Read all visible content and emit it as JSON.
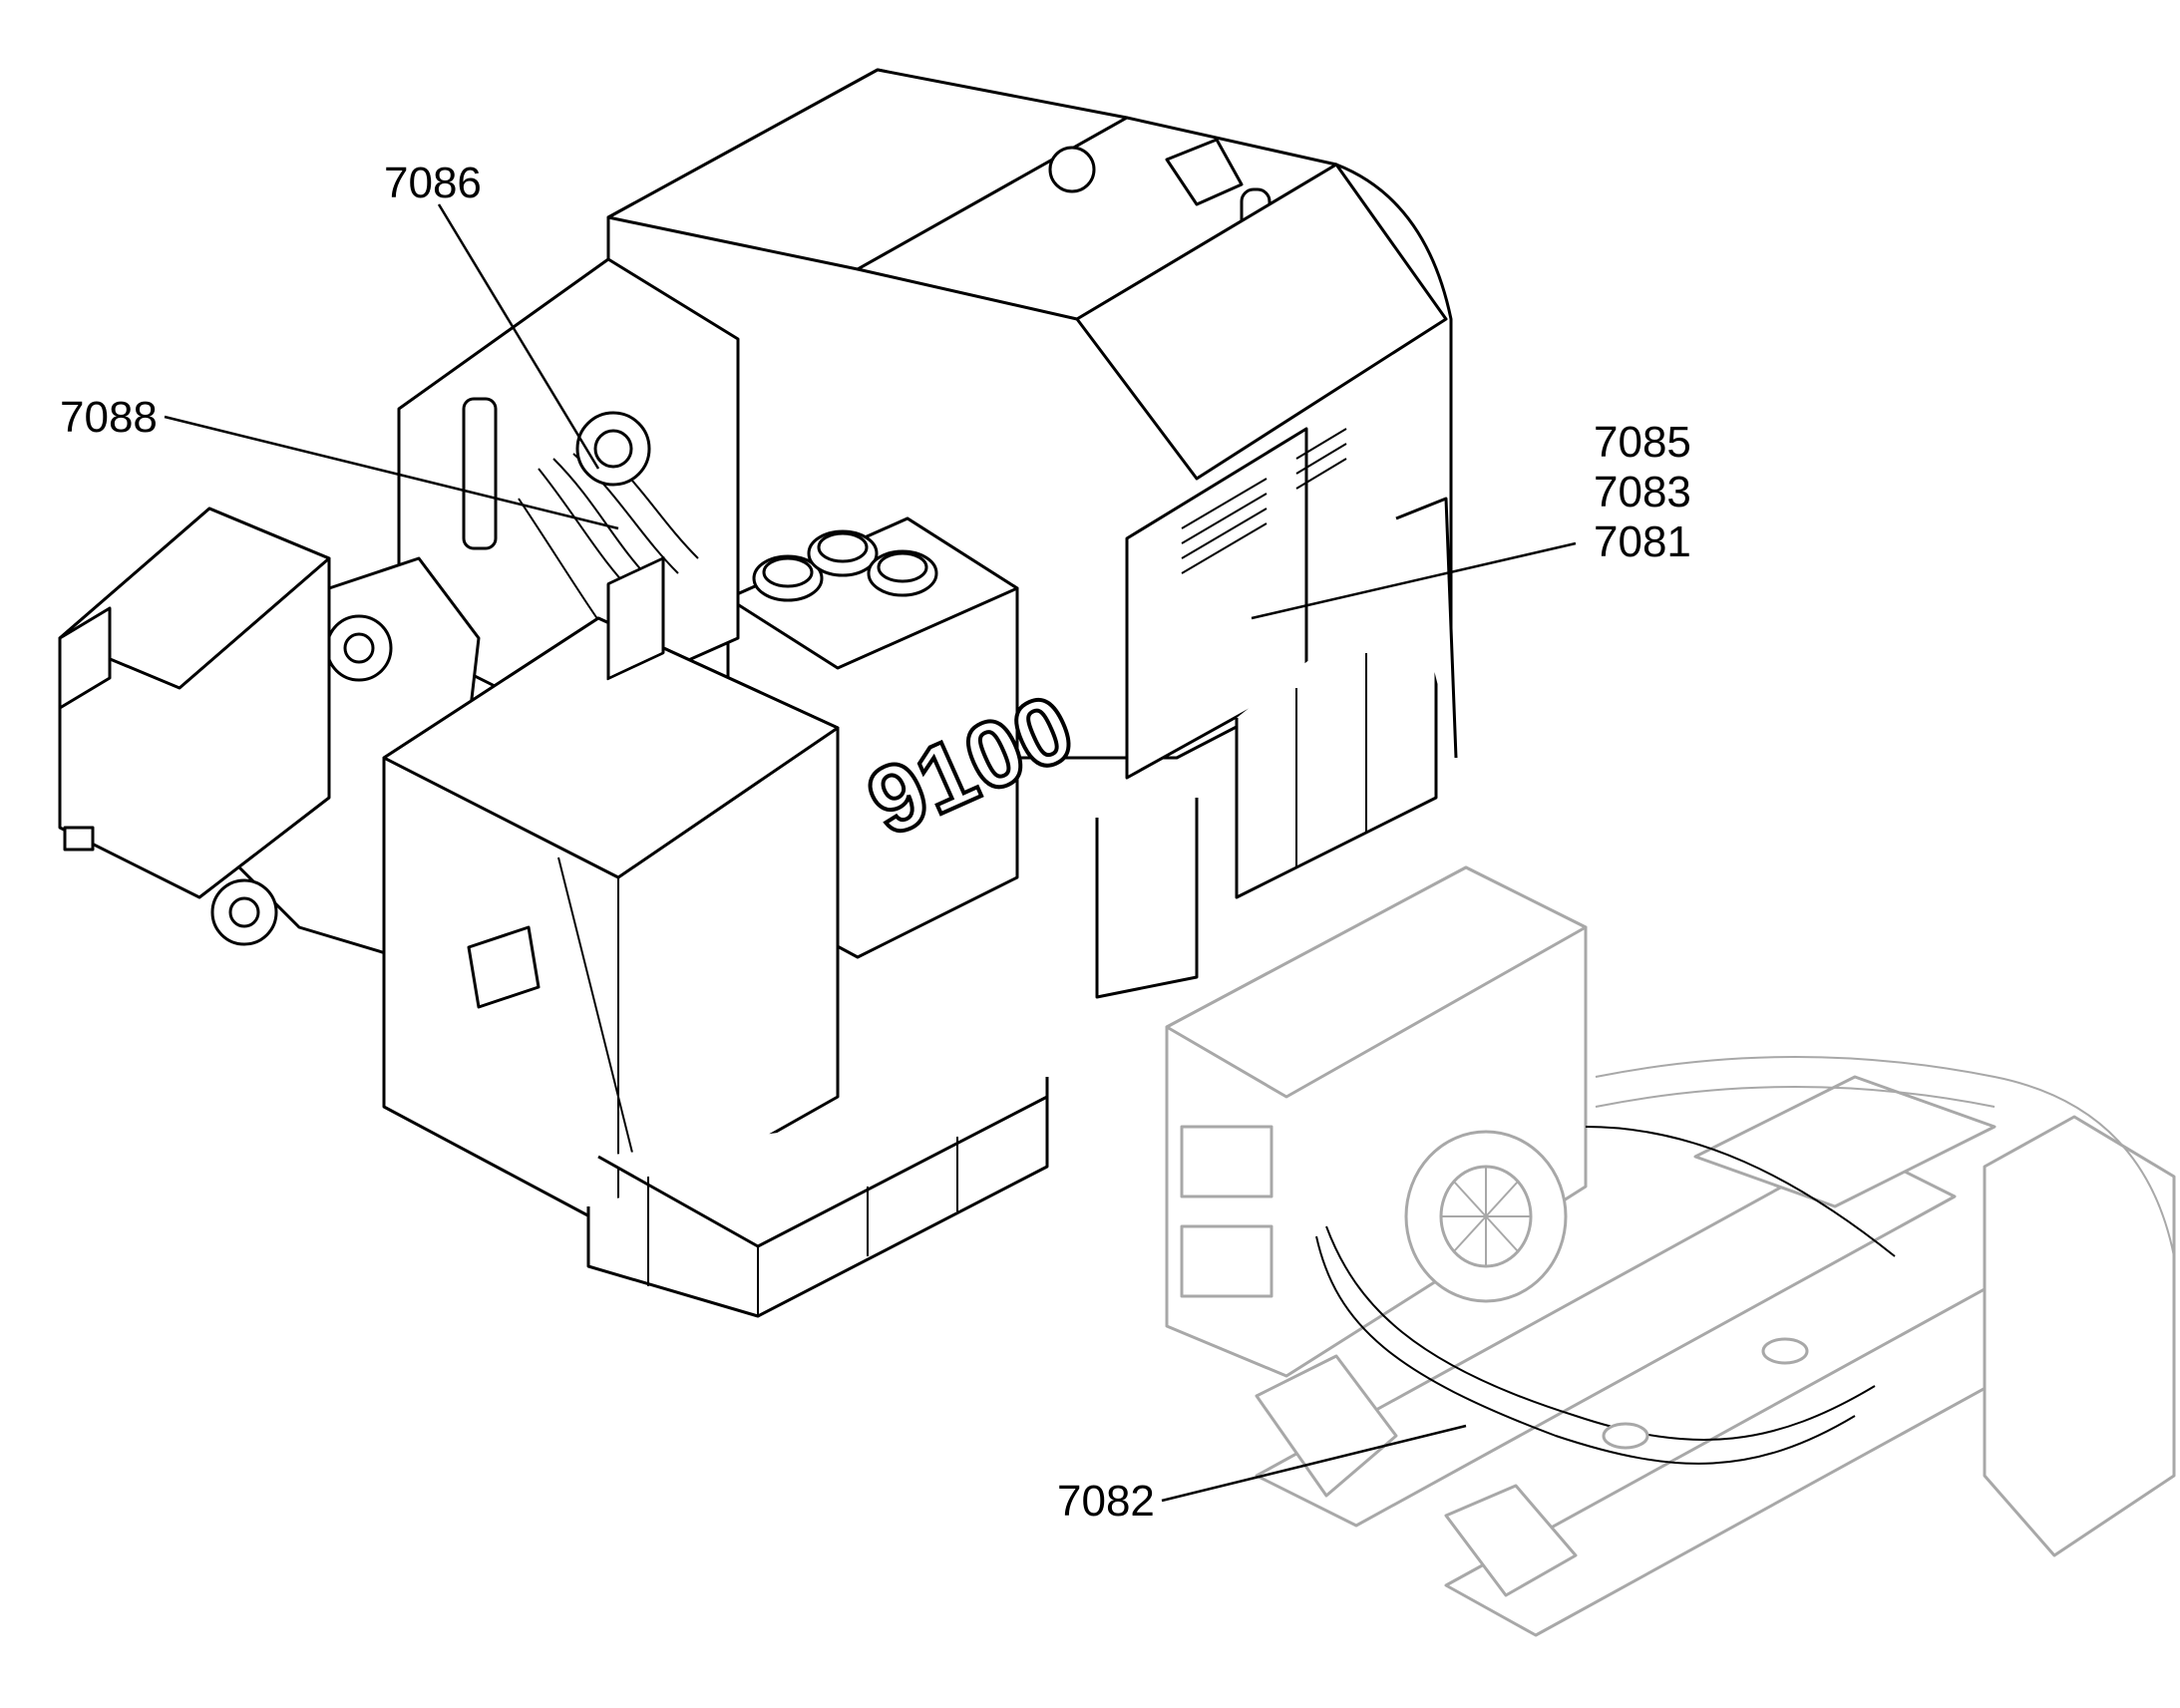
{
  "diagram": {
    "callouts": [
      {
        "id": "c7086",
        "label": "7086"
      },
      {
        "id": "c7088",
        "label": "7088"
      },
      {
        "id": "c7085",
        "label": "7085"
      },
      {
        "id": "c7083",
        "label": "7083"
      },
      {
        "id": "c7081",
        "label": "7081"
      },
      {
        "id": "c7082",
        "label": "7082"
      }
    ],
    "machine_badge": "9100",
    "line_color": "#000000",
    "detail_line_color": "#a8a8a8",
    "background": "#ffffff"
  }
}
